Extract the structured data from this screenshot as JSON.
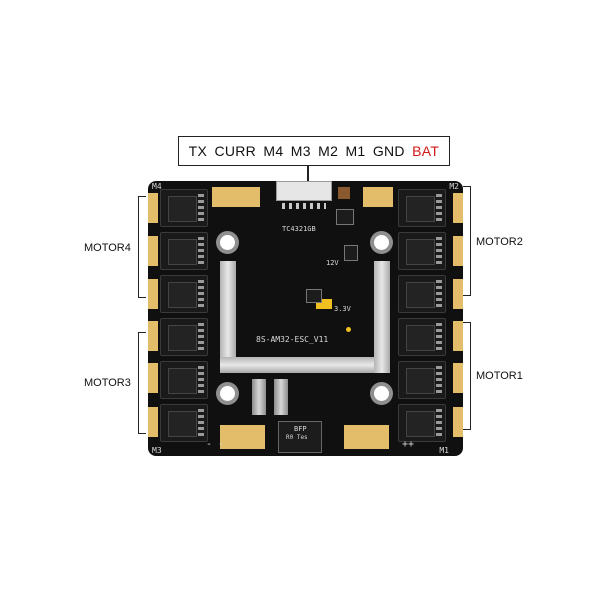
{
  "pins": [
    "TX",
    "CURR",
    "M4",
    "M3",
    "M2",
    "M1",
    "GND",
    "BAT"
  ],
  "motors": {
    "motor1": "MOTOR1",
    "motor2": "MOTOR2",
    "motor3": "MOTOR3",
    "motor4": "MOTOR4"
  },
  "silkscreen": {
    "corner_m4": "M4",
    "corner_m2": "M2",
    "corner_m3": "M3",
    "corner_m1": "M1",
    "board_name": "8S-AM32-ESC_V11",
    "cap_label": "TC4321GB",
    "reg_label": "12V",
    "ldo_label": "3.3V",
    "plus_sign": "++",
    "minus_sign": "- -",
    "bfp_label": "BFP",
    "ro_label": "R0 Tes"
  },
  "colors": {
    "board": "#101010",
    "pad": "#e3bd6a",
    "bat_text": "#d01818"
  }
}
